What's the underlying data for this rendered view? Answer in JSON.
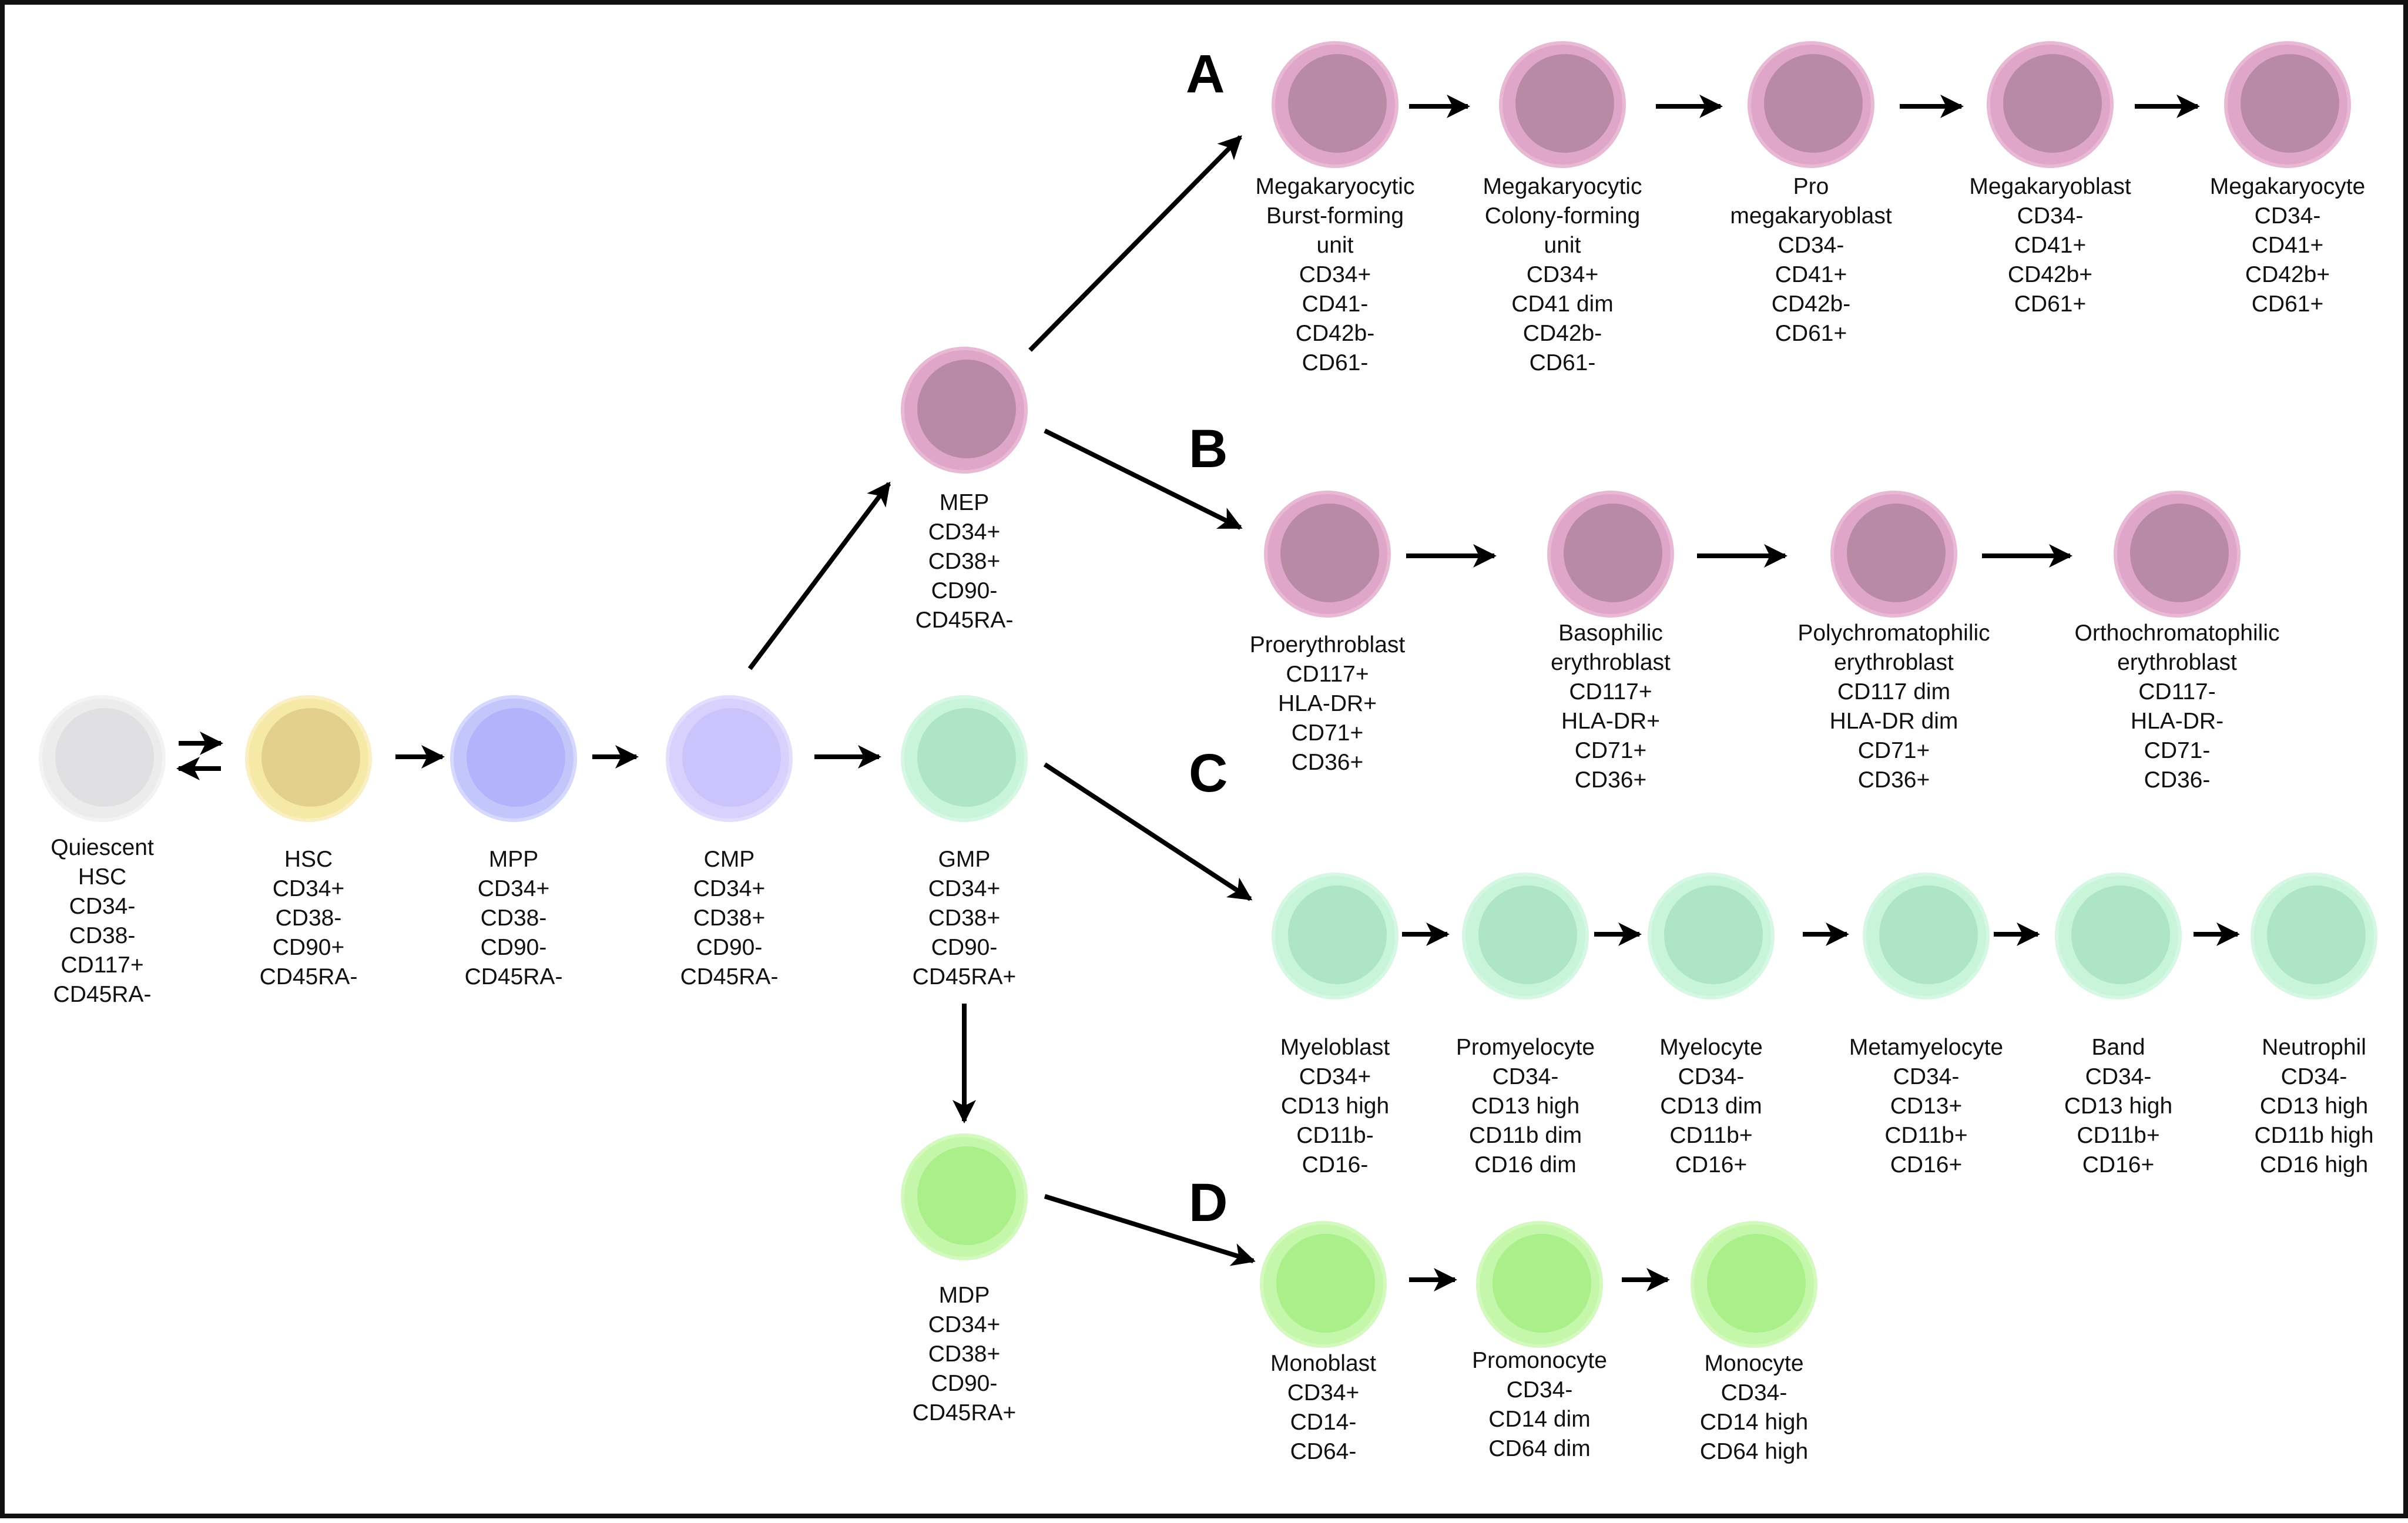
{
  "colors": {
    "gray": {
      "outer": "#ececec",
      "inner": "#e0e0e2",
      "ring": "#f3f3f3"
    },
    "yellow": {
      "outer": "#f6e9a8",
      "inner": "#e3d08c",
      "ring": "#f9efc2"
    },
    "blue": {
      "outer": "#c3c6fb",
      "inner": "#b3b3fb",
      "ring": "#d6d8fd"
    },
    "lavender": {
      "outer": "#d8d0fd",
      "inner": "#cbc4fc",
      "ring": "#e4defe"
    },
    "pink": {
      "outer": "#e0a6c9",
      "inner": "#b98aa5",
      "ring": "#e8b9d5"
    },
    "mint": {
      "outer": "#c8f4da",
      "inner": "#aee5c7",
      "ring": "#d6f7e4"
    },
    "lime": {
      "outer": "#c4f7a9",
      "inner": "#abef8a",
      "ring": "#d3f9bf"
    },
    "arrow": "#000000"
  },
  "lineage_labels": {
    "a": "A",
    "b": "B",
    "c": "C",
    "d": "D"
  },
  "cells": [
    {
      "id": "quiescent-hsc",
      "color": "gray",
      "lines": [
        "Quiescent",
        "HSC",
        "CD34-",
        "CD38-",
        "CD117+",
        "CD45RA-"
      ]
    },
    {
      "id": "hsc",
      "color": "yellow",
      "lines": [
        "HSC",
        "CD34+",
        "CD38-",
        "CD90+",
        "CD45RA-"
      ]
    },
    {
      "id": "mpp",
      "color": "blue",
      "lines": [
        "MPP",
        "CD34+",
        "CD38-",
        "CD90-",
        "CD45RA-"
      ]
    },
    {
      "id": "cmp",
      "color": "lavender",
      "lines": [
        "CMP",
        "CD34+",
        "CD38+",
        "CD90-",
        "CD45RA-"
      ]
    },
    {
      "id": "mep",
      "color": "pink",
      "lines": [
        "MEP",
        "CD34+",
        "CD38+",
        "CD90-",
        "CD45RA-"
      ]
    },
    {
      "id": "gmp",
      "color": "mint",
      "lines": [
        "GMP",
        "CD34+",
        "CD38+",
        "CD90-",
        "CD45RA+"
      ]
    },
    {
      "id": "mdp",
      "color": "lime",
      "lines": [
        "MDP",
        "CD34+",
        "CD38+",
        "CD90-",
        "CD45RA+"
      ]
    },
    {
      "id": "mk-bfu",
      "color": "pink",
      "lines": [
        "Megakaryocytic",
        "Burst-forming",
        "unit",
        "CD34+",
        "CD41-",
        "CD42b-",
        "CD61-"
      ]
    },
    {
      "id": "mk-cfu",
      "color": "pink",
      "lines": [
        "Megakaryocytic",
        "Colony-forming",
        "unit",
        "CD34+",
        "CD41 dim",
        "CD42b-",
        "CD61-"
      ]
    },
    {
      "id": "pro-megakaryoblast",
      "color": "pink",
      "lines": [
        "Pro",
        "megakaryoblast",
        "CD34-",
        "CD41+",
        "CD42b-",
        "CD61+"
      ]
    },
    {
      "id": "megakaryoblast",
      "color": "pink",
      "lines": [
        "Megakaryoblast",
        "CD34-",
        "CD41+",
        "CD42b+",
        "CD61+"
      ]
    },
    {
      "id": "megakaryocyte",
      "color": "pink",
      "lines": [
        "Megakaryocyte",
        "CD34-",
        "CD41+",
        "CD42b+",
        "CD61+"
      ]
    },
    {
      "id": "proerythroblast",
      "color": "pink",
      "lines": [
        "Proerythroblast",
        "CD117+",
        "HLA-DR+",
        "CD71+",
        "CD36+"
      ]
    },
    {
      "id": "basophilic-erythroblast",
      "color": "pink",
      "lines": [
        "Basophilic",
        "erythroblast",
        "CD117+",
        "HLA-DR+",
        "CD71+",
        "CD36+"
      ]
    },
    {
      "id": "polychromatophilic-erythroblast",
      "color": "pink",
      "lines": [
        "Polychromatophilic",
        "erythroblast",
        "CD117 dim",
        "HLA-DR dim",
        "CD71+",
        "CD36+"
      ]
    },
    {
      "id": "orthochromatophilic-erythroblast",
      "color": "pink",
      "lines": [
        "Orthochromatophilic",
        "erythroblast",
        "CD117-",
        "HLA-DR-",
        "CD71-",
        "CD36-"
      ]
    },
    {
      "id": "myeloblast",
      "color": "mint",
      "lines": [
        "Myeloblast",
        "CD34+",
        "CD13 high",
        "CD11b-",
        "CD16-"
      ]
    },
    {
      "id": "promyelocyte",
      "color": "mint",
      "lines": [
        "Promyelocyte",
        "CD34-",
        "CD13 high",
        "CD11b dim",
        "CD16 dim"
      ]
    },
    {
      "id": "myelocyte",
      "color": "mint",
      "lines": [
        "Myelocyte",
        "CD34-",
        "CD13 dim",
        "CD11b+",
        "CD16+"
      ]
    },
    {
      "id": "metamyelocyte",
      "color": "mint",
      "lines": [
        "Metamyelocyte",
        "CD34-",
        "CD13+",
        "CD11b+",
        "CD16+"
      ]
    },
    {
      "id": "band",
      "color": "mint",
      "lines": [
        "Band",
        "CD34-",
        "CD13 high",
        "CD11b+",
        "CD16+"
      ]
    },
    {
      "id": "neutrophil",
      "color": "mint",
      "lines": [
        "Neutrophil",
        "CD34-",
        "CD13 high",
        "CD11b high",
        "CD16 high"
      ]
    },
    {
      "id": "monoblast",
      "color": "lime",
      "lines": [
        "Monoblast",
        "CD34+",
        "CD14-",
        "CD64-"
      ]
    },
    {
      "id": "promonocyte",
      "color": "lime",
      "lines": [
        "Promonocyte",
        "CD34-",
        "CD14 dim",
        "CD64 dim"
      ]
    },
    {
      "id": "monocyte",
      "color": "lime",
      "lines": [
        "Monocyte",
        "CD34-",
        "CD14 high",
        "CD64 high"
      ]
    }
  ],
  "links": [
    {
      "from": "quiescent-hsc",
      "to": "hsc",
      "type": "reversible"
    },
    {
      "from": "hsc",
      "to": "mpp"
    },
    {
      "from": "mpp",
      "to": "cmp"
    },
    {
      "from": "cmp",
      "to": "mep"
    },
    {
      "from": "cmp",
      "to": "gmp"
    },
    {
      "from": "mep",
      "to": "mk-bfu"
    },
    {
      "from": "mep",
      "to": "proerythroblast"
    },
    {
      "from": "gmp",
      "to": "myeloblast"
    },
    {
      "from": "gmp",
      "to": "mdp"
    },
    {
      "from": "mdp",
      "to": "monoblast"
    },
    {
      "from": "mk-bfu",
      "to": "mk-cfu"
    },
    {
      "from": "mk-cfu",
      "to": "pro-megakaryoblast"
    },
    {
      "from": "pro-megakaryoblast",
      "to": "megakaryoblast"
    },
    {
      "from": "megakaryoblast",
      "to": "megakaryocyte"
    },
    {
      "from": "proerythroblast",
      "to": "basophilic-erythroblast"
    },
    {
      "from": "basophilic-erythroblast",
      "to": "polychromatophilic-erythroblast"
    },
    {
      "from": "polychromatophilic-erythroblast",
      "to": "orthochromatophilic-erythroblast"
    },
    {
      "from": "myeloblast",
      "to": "promyelocyte"
    },
    {
      "from": "promyelocyte",
      "to": "myelocyte"
    },
    {
      "from": "myelocyte",
      "to": "metamyelocyte"
    },
    {
      "from": "metamyelocyte",
      "to": "band"
    },
    {
      "from": "band",
      "to": "neutrophil"
    },
    {
      "from": "monoblast",
      "to": "promonocyte"
    },
    {
      "from": "promonocyte",
      "to": "monocyte"
    }
  ]
}
